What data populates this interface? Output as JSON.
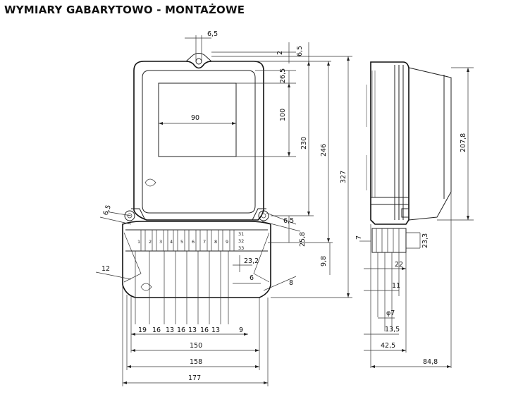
{
  "title": "WYMIARY GABARYTOWO - MONTAŻOWE",
  "dimensions": {
    "top_width": "6,5",
    "top_gap": "2",
    "top_gap_b": "6,5",
    "window_top": "26,5",
    "window_height": "100",
    "window_width": "90",
    "mount_230": "230",
    "mount_246": "246",
    "overall_327": "327",
    "side_height": "207,8",
    "lug_left": "6,5",
    "lug_right": "6,5",
    "r12": "12",
    "d258": "25,8",
    "d98": "9,8",
    "d232": "23,2",
    "d6": "6",
    "d8": "8",
    "side_7": "7",
    "side_233": "23,3",
    "side_22": "22",
    "side_11": "11",
    "side_phi7": "φ7",
    "side_135": "13,5",
    "side_425": "42,5",
    "side_848": "84,8",
    "bottom_segments": [
      "19",
      "16",
      "13",
      "16",
      "13",
      "16",
      "13",
      "9"
    ],
    "w150": "150",
    "w158": "158",
    "w177": "177"
  }
}
